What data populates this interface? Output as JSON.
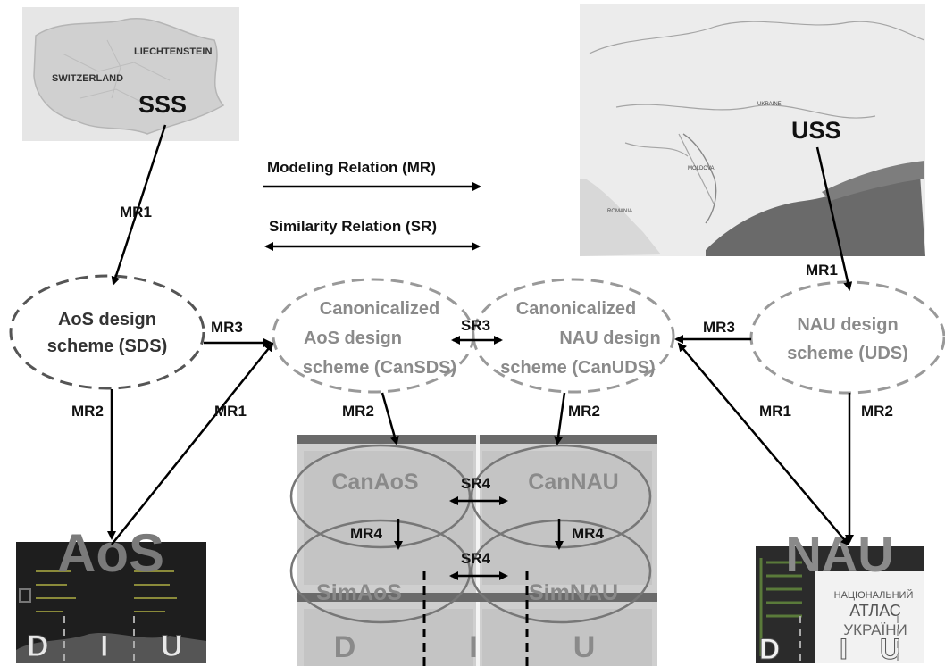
{
  "maps": {
    "sss": {
      "country_a": "SWITZERLAND",
      "country_b": "LIECHTENSTEIN",
      "label": "SSS"
    },
    "uss": {
      "label": "USS",
      "regions": [
        "UKRAINE",
        "MOLDOVA",
        "ROMANIA"
      ]
    }
  },
  "legend": {
    "mr": "Modeling Relation (MR)",
    "sr": "Similarity Relation (SR)"
  },
  "schemes": {
    "sds": [
      "AoS design",
      "scheme (SDS)"
    ],
    "cansds": [
      "Canonicalized",
      "AoS design",
      "scheme (CanSDS)"
    ],
    "canuds": [
      "Canonicalized",
      "NAU design",
      "scheme (CanUDS)"
    ],
    "uds": [
      "NAU design",
      "scheme (UDS)"
    ]
  },
  "relations": {
    "mr1": "MR1",
    "mr2": "MR2",
    "mr3": "MR3",
    "mr4": "MR4",
    "sr3": "SR3",
    "sr4": "SR4"
  },
  "artifacts": {
    "aos": {
      "title": "AoS",
      "d": "D",
      "i": "I",
      "u": "U"
    },
    "nau": {
      "title": "NAU",
      "d": "D",
      "i": "I",
      "u": "U",
      "atlas_line1": "НАЦІОНАЛЬНИЙ",
      "atlas_line2": "АТЛАС",
      "atlas_line3": "УКРАЇНИ"
    },
    "center": {
      "can_aos": "CanAoS",
      "can_nau": "CanNAU",
      "sim_aos": "SimAoS",
      "sim_nau": "SimNAU",
      "d": "D",
      "i": "I",
      "u": "U"
    }
  }
}
